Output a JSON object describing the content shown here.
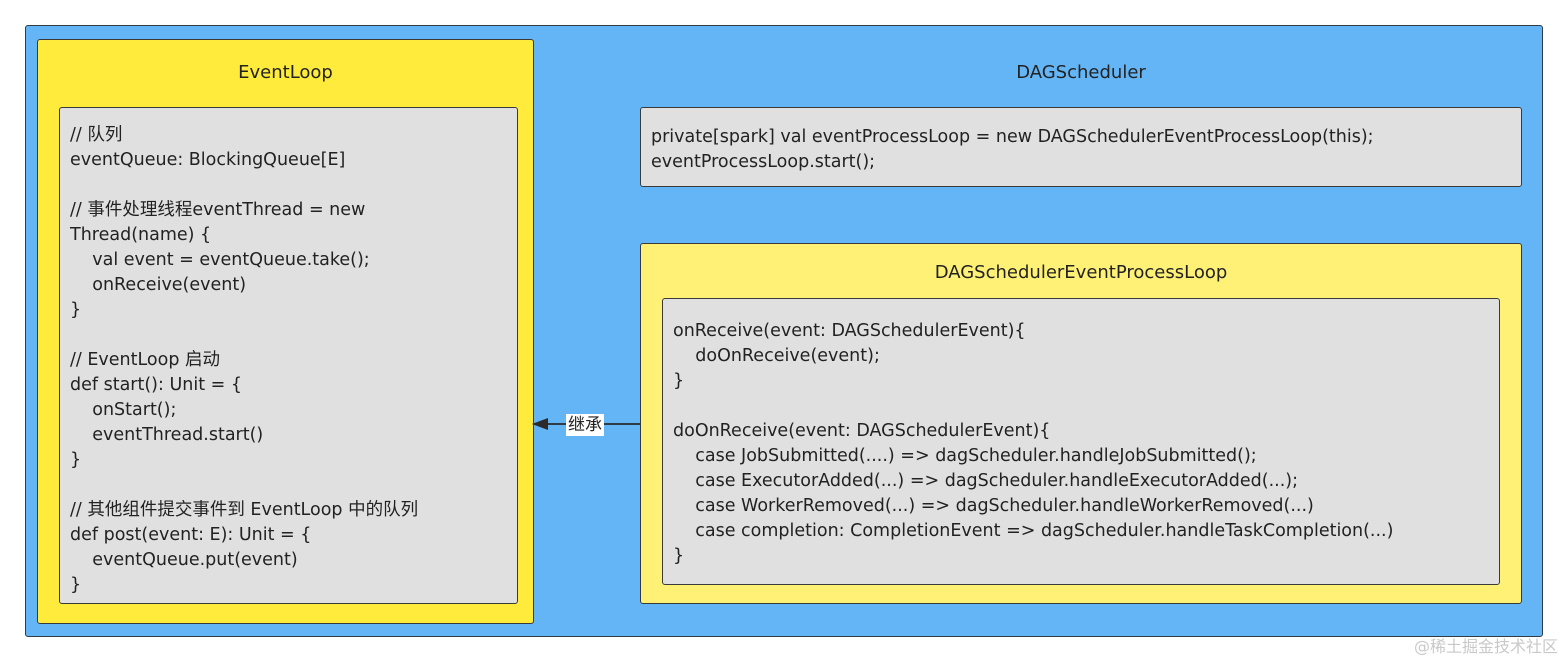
{
  "colors": {
    "outer_background": "#64b5f6",
    "eventloop_background": "#ffeb3b",
    "processloop_background": "#fff176",
    "code_background": "#e0e0e0",
    "border": "#3a3a3a"
  },
  "eventloop": {
    "title": "EventLoop",
    "code": [
      "// 队列",
      "eventQueue: BlockingQueue[E]",
      "",
      "// 事件处理线程eventThread = new",
      "Thread(name) {",
      "    val event = eventQueue.take();",
      "    onReceive(event)",
      "}",
      "",
      "// EventLoop 启动",
      "def start(): Unit = {",
      "    onStart();",
      "    eventThread.start()",
      "}",
      "",
      "// 其他组件提交事件到 EventLoop 中的队列",
      "def post(event: E): Unit = {",
      "    eventQueue.put(event)",
      "}"
    ]
  },
  "dagscheduler": {
    "title": "DAGScheduler",
    "code": [
      "private[spark] val eventProcessLoop = new DAGSchedulerEventProcessLoop(this);",
      "eventProcessLoop.start();"
    ]
  },
  "processloop": {
    "title": "DAGSchedulerEventProcessLoop",
    "code": [
      "onReceive(event: DAGSchedulerEvent){",
      "    doOnReceive(event);",
      "}",
      "",
      "doOnReceive(event: DAGSchedulerEvent){",
      "    case JobSubmitted(....) => dagScheduler.handleJobSubmitted();",
      "    case ExecutorAdded(...) => dagScheduler.handleExecutorAdded(...);",
      "    case WorkerRemoved(...) => dagScheduler.handleWorkerRemoved(...)",
      "    case completion: CompletionEvent => dagScheduler.handleTaskCompletion(...)",
      "}"
    ]
  },
  "arrow": {
    "label": "继承"
  },
  "watermark": "@稀土掘金技术社区"
}
